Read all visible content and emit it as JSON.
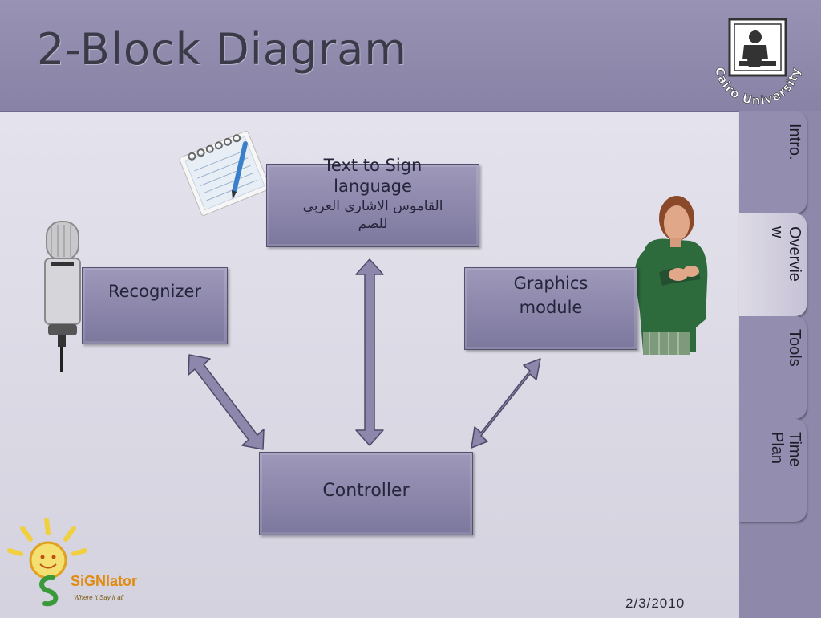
{
  "slide": {
    "title": "2-Block Diagram",
    "date": "2/3/2010"
  },
  "logos": {
    "university": "Cairo University",
    "brand": "SiGNlator",
    "tagline": "Where it Say it all"
  },
  "tabs": [
    {
      "label": "Intro.",
      "active": false
    },
    {
      "label": "Overvie\nw",
      "active": true
    },
    {
      "label": "Tools",
      "active": false
    },
    {
      "label": "Time\nPlan",
      "active": false
    }
  ],
  "blocks": {
    "text_to_sign_line1": "Text to Sign",
    "text_to_sign_line2": "language",
    "text_to_sign_arabic_line1": "القاموس الاشاري العربي",
    "text_to_sign_arabic_line2": "للصم",
    "recognizer": "Recognizer",
    "graphics_line1": "Graphics",
    "graphics_line2": "module",
    "controller": "Controller"
  },
  "icons": [
    "microphone-icon",
    "notepad-icon",
    "avatar-figure",
    "sun-logo-icon"
  ],
  "colors": {
    "background": "#8e89ab",
    "content": "#dddbe6",
    "block": "#8d88ab",
    "arrow": "#8d88ab",
    "accent": "#e08a10"
  }
}
